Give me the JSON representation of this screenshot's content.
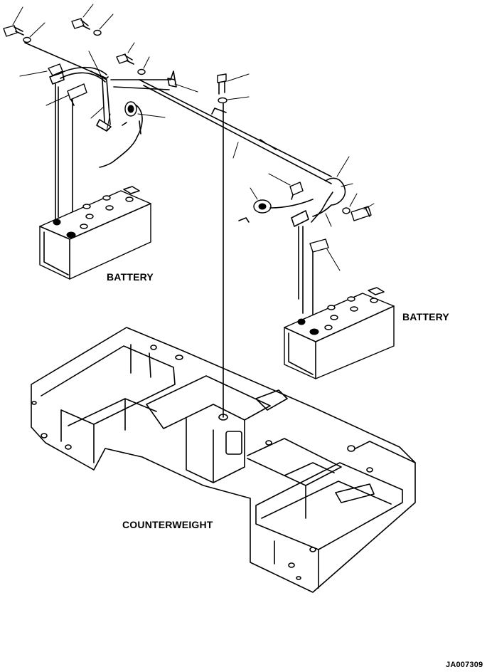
{
  "labels": {
    "battery_left": "BATTERY",
    "battery_right": "BATTERY",
    "counterweight": "COUNTERWEIGHT",
    "drawing_code": "JA007309"
  },
  "colors": {
    "line": "#000000",
    "background": "#ffffff"
  }
}
